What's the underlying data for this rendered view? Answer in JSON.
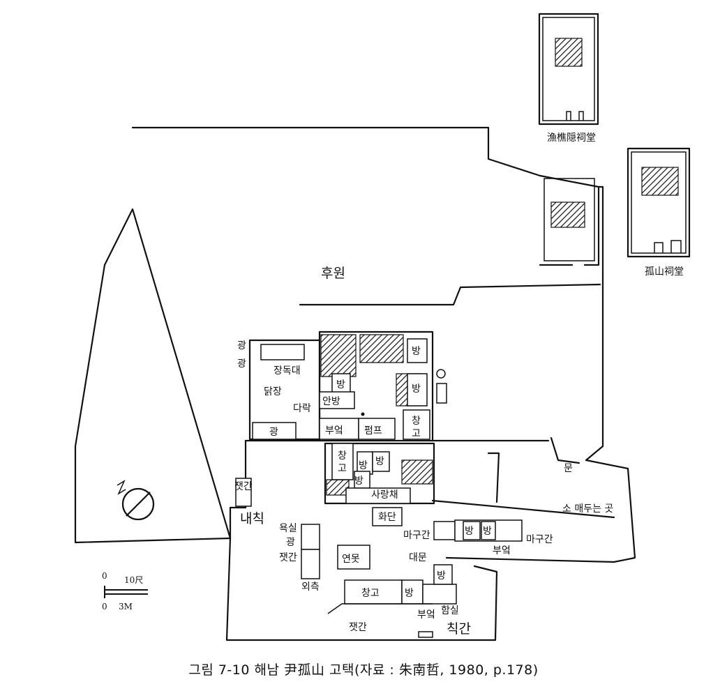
{
  "labels": {
    "shrine1": "漁樵隠祠堂",
    "shrine2": "孤山祠堂",
    "garden": "후원",
    "gwang1": "광",
    "gwang2": "광",
    "jangdokdae": "장독대",
    "dakjang": "닭장",
    "bang_top": "방",
    "bang_left": "방",
    "anbang": "안방",
    "bang_right": "방",
    "dara": "다락",
    "gwang_low": "광",
    "bueok1": "부엌",
    "pump": "펌프",
    "changgo_r1": "창",
    "changgo_r2": "고",
    "changgo_l1": "창",
    "changgo_l2": "고",
    "bang_c1": "방",
    "bang_c2": "방",
    "bang_c3": "방",
    "saranchae": "사랑채",
    "hwadan": "화단",
    "jaetgan_l": "잿간",
    "naechuk": "내칙",
    "yoksil": "욕실",
    "gwang_mid": "광",
    "jaetgan_mid": "잿간",
    "yeonmot": "연못",
    "magugan1": "마구간",
    "daemun": "대문",
    "bang_stable1": "방",
    "bang_stable2": "방",
    "magugan2": "마구간",
    "bueok2": "부엌",
    "mun": "문",
    "somaedu": "소 매두는 곳",
    "bang_gate": "방",
    "oecheuk": "외측",
    "changgo_bottom": "창고",
    "bang_bottom": "방",
    "bueok3": "부엌",
    "hamsil": "함실",
    "jaetgan_bottom": "잿간",
    "chikgan": "칙간"
  },
  "scale": {
    "zero_top": "0",
    "feet": "10尺",
    "zero_bottom": "0",
    "meters": "3M"
  },
  "caption": "그림 7-10   해남 尹孤山 고택(자료 : 朱南哲,  1980, p.178)"
}
